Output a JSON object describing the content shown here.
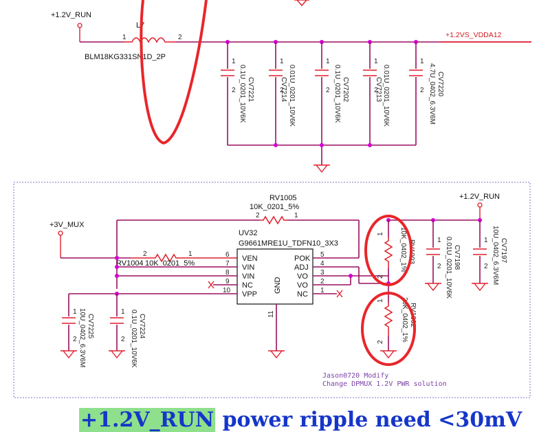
{
  "top": {
    "net_in": "+1.2V_RUN",
    "net_out": "+1.2VS_VDDA12",
    "inductor": {
      "ref": "L7",
      "part": "BLM18KG331SN1D_2P",
      "pin1": "1",
      "pin2": "2"
    },
    "caps": [
      {
        "ref": "CV7221",
        "value": "0.1U_0201_10V6K"
      },
      {
        "ref": "CV7214",
        "value": "0.01U_0201_10V6K"
      },
      {
        "ref": "CV7202",
        "value": "0.1U_0201_10V6K"
      },
      {
        "ref": "CV7213",
        "value": "0.01U_0201_10V6K"
      },
      {
        "ref": "CV7220",
        "value": "4.7U_0402_6.3V6M"
      }
    ],
    "pin1": "1",
    "pin2": "2"
  },
  "bottom": {
    "net_3v": "+3V_MUX",
    "net_12v": "+1.2V_RUN",
    "rv1005": {
      "ref": "RV1005",
      "value": "10K_0201_5%",
      "pin1": "1",
      "pin2": "2"
    },
    "rv1004": {
      "ref": "RV1004",
      "value": "10K_0201_5%",
      "pin1": "1",
      "pin2": "2"
    },
    "ic": {
      "ref": "UV32",
      "part": "G9661MRE1U_TDFN10_3X3",
      "left_pins": [
        {
          "num": "6",
          "name": "VEN"
        },
        {
          "num": "7",
          "name": "VIN"
        },
        {
          "num": "8",
          "name": "VIN"
        },
        {
          "num": "9",
          "name": "NC"
        },
        {
          "num": "10",
          "name": "VPP"
        }
      ],
      "right_pins": [
        {
          "num": "5",
          "name": "POK"
        },
        {
          "num": "4",
          "name": "ADJ"
        },
        {
          "num": "3",
          "name": "VO"
        },
        {
          "num": "2",
          "name": "VO"
        },
        {
          "num": "1",
          "name": "NC"
        }
      ],
      "gnd_name": "GND",
      "gnd_pin": "11"
    },
    "rv1003": {
      "ref": "RV1003",
      "value": "10K_0402_1%"
    },
    "rv1002": {
      "ref": "RV1002",
      "value": "20K_0402_1%"
    },
    "cv7198": {
      "ref": "CV7198",
      "value": "0.01U_0201_10V6K"
    },
    "cv7197": {
      "ref": "CV7197",
      "value": "10U_0402_6.3V6M"
    },
    "cv7225": {
      "ref": "CV7225",
      "value": "10U_0402_6.3V6M"
    },
    "cv7224": {
      "ref": "CV7224",
      "value": "0.1U_0201_10V6K"
    },
    "pin1": "1",
    "pin2": "2",
    "note_line1": "Jason0720 Modify",
    "note_line2": "Change DPMUX 1.2V PWR solution"
  },
  "banner": {
    "highlight": "+1.2V_RUN",
    "rest": "power ripple need <30mV"
  },
  "colors": {
    "wire": "#9a0e61",
    "component": "#e21d2a",
    "junction": "#d400d4",
    "annotation": "#e8262a",
    "banner_text": "#1536c9",
    "banner_highlight": "#8ee08c"
  }
}
